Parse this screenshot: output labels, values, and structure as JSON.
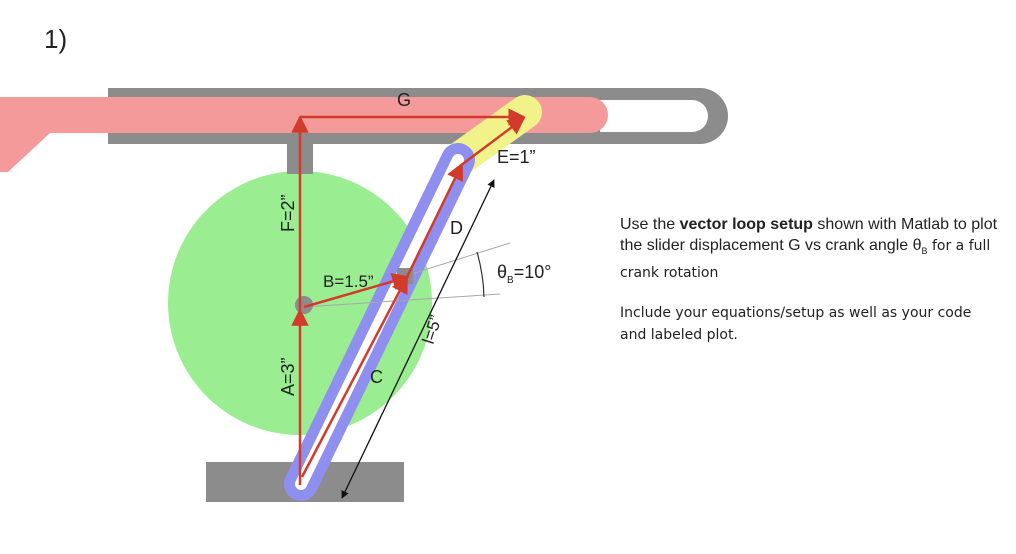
{
  "problem_number": "1)",
  "labels": {
    "G": "G",
    "E": "E=1”",
    "F": "F=2”",
    "D": "D",
    "B": "B=1.5”",
    "theta_symbol": "θ",
    "theta_sub": "B",
    "theta_value": "=10°",
    "l": "l=5”",
    "A": "A=3”",
    "C": "C"
  },
  "instructions": {
    "line1_pre": "Use the ",
    "line1_bold": "vector loop setup",
    "line1_post": " shown with Matlab to plot the slider displacement G vs crank angle ",
    "theta_symbol": "θ",
    "theta_sub": "B",
    "line1_end": " for a full crank rotation",
    "note": "Include your equations/setup as well as your code and labeled plot."
  },
  "colors": {
    "frame_gray": "#8c8c8c",
    "slider_pink": "#f59a9a",
    "crank_green": "#9aed91",
    "link_blue": "#8f8ff0",
    "pin_yellow": "#f2f28a",
    "vector_red": "#d23a2a",
    "dimension_black": "#111111"
  }
}
